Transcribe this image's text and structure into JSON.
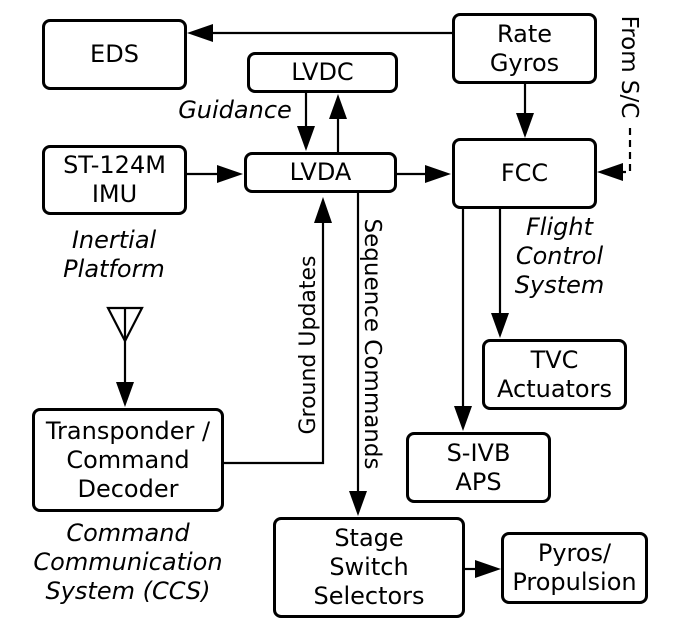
{
  "diagram": {
    "background_color": "#ffffff",
    "line_color": "#000000",
    "boxes": {
      "eds": {
        "label": "EDS"
      },
      "lvdc": {
        "label": "LVDC"
      },
      "rate_gyros": {
        "label": "Rate\nGyros"
      },
      "st124m_imu": {
        "label": "ST-124M\nIMU"
      },
      "lvda": {
        "label": "LVDA"
      },
      "fcc": {
        "label": "FCC"
      },
      "tvc_actuators": {
        "label": "TVC\nActuators"
      },
      "sivb_aps": {
        "label": "S-IVB\nAPS"
      },
      "transponder": {
        "label": "Transponder /\nCommand\nDecoder"
      },
      "stage_switch_selectors": {
        "label": "Stage\nSwitch\nSelectors"
      },
      "pyros_propulsion": {
        "label": "Pyros/\nPropulsion"
      }
    },
    "annotations": {
      "guidance": "Guidance",
      "inertial_platform": "Inertial\nPlatform",
      "flight_control_system": "Flight\nControl\nSystem",
      "ccs": "Command\nCommunication\nSystem (CCS)",
      "from_sc": "From S/C",
      "ground_updates": "Ground Updates",
      "sequence_commands": "Sequence Commands"
    }
  }
}
